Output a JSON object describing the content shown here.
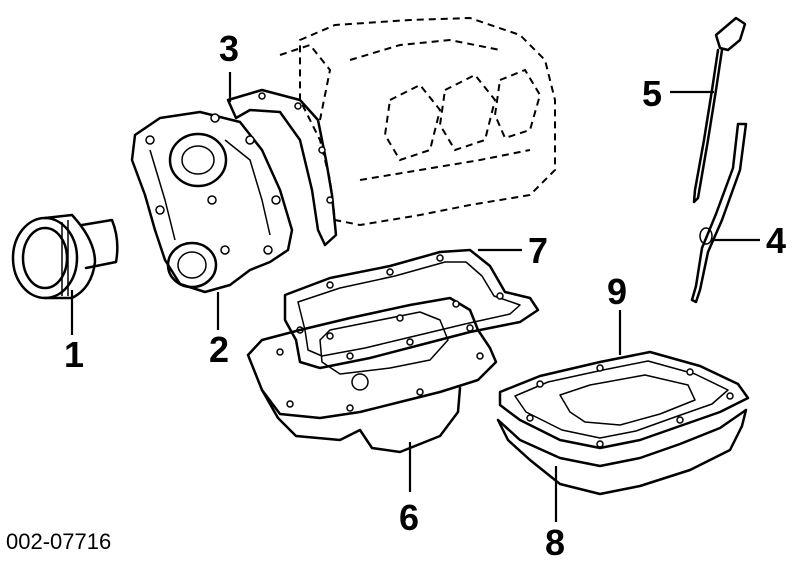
{
  "diagram": {
    "reference_code": "002-07716",
    "callouts": [
      "1",
      "2",
      "3",
      "4",
      "5",
      "6",
      "7",
      "8",
      "9"
    ]
  }
}
